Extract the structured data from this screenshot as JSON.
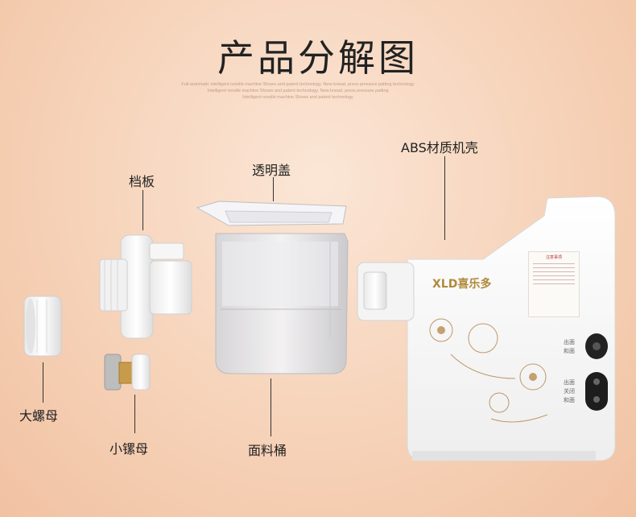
{
  "title": "产品分解图",
  "subtitle_lines": [
    "Full-automatic intelligent noodle machine Shows and patent technology. New knead, press pressure patting technology",
    "Intelligent noodle machine Shows and patent technology. New knead, press pressure patting",
    "Intelligent noodle machine Shows and patent technology"
  ],
  "parts": {
    "baffle": "档板",
    "lid": "透明盖",
    "housing": "ABS材质机壳",
    "big_nut": "大螺母",
    "small_nut": "小镙母",
    "bucket": "面料桶"
  },
  "machine": {
    "brand": "XLD喜乐多",
    "sticker_title": "注意事项",
    "switch1_labels": [
      "出面",
      "和面"
    ],
    "switch2_labels": [
      "出面",
      "关闭",
      "和面"
    ]
  },
  "colors": {
    "background": "#f6d2b8",
    "housing": "#fbfbfb",
    "brand": "#b08a3c",
    "line": "#333333"
  }
}
